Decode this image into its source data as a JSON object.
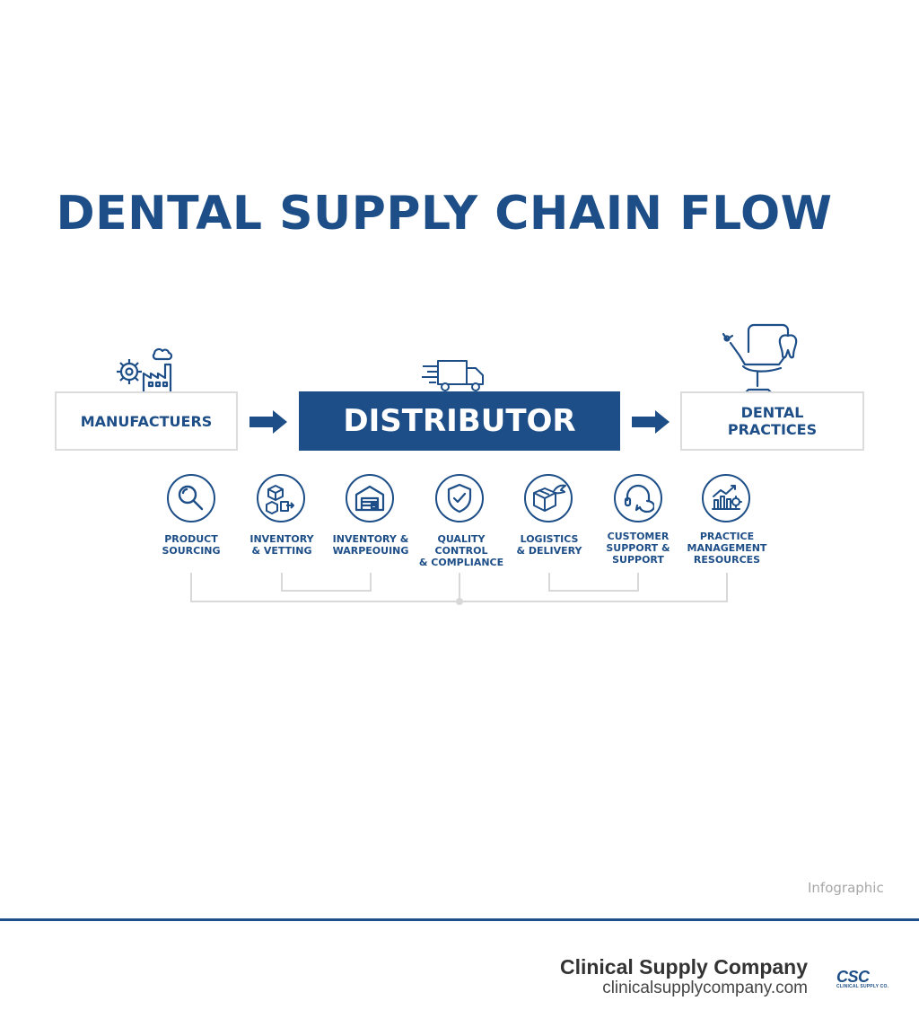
{
  "title": "DENTAL SUPPLY CHAIN FLOW",
  "flow": {
    "manufacturers": "MANUFACTUERS",
    "distributor": "DISTRIBUTOR",
    "practices_line1": "DENTAL",
    "practices_line2": "PRACTICES"
  },
  "steps": [
    {
      "line1": "PRODUCT",
      "line2": "SOURCING",
      "line3": "",
      "icon": "magnifier-icon"
    },
    {
      "line1": "INVENTORY",
      "line2": "& VETTING",
      "line3": "",
      "icon": "boxes-icon"
    },
    {
      "line1": "INVENTORY &",
      "line2": "WARPEOUING",
      "line3": "",
      "icon": "warehouse-icon"
    },
    {
      "line1": "QUALITY CONTROL",
      "line2": "& COMPLIANCE",
      "line3": "",
      "icon": "shield-check-icon"
    },
    {
      "line1": "LOGISTICS",
      "line2": "& DELIVERY",
      "line3": "",
      "icon": "winged-box-icon"
    },
    {
      "line1": "CUSTOMER",
      "line2": "SUPPORT &",
      "line3": "SUPPORT",
      "icon": "headset-icon"
    },
    {
      "line1": "PRACTICE",
      "line2": "MANAGEMENT",
      "line3": "RESOURCES",
      "icon": "growth-chart-icon"
    }
  ],
  "tag": "Infographic",
  "footer": {
    "company": "Clinical Supply Company",
    "url": "clinicalsupplycompany.com",
    "logo_mark": "CSC",
    "logo_sub": "CLINICAL SUPPLY CO."
  },
  "colors": {
    "primary": "#1d4e87",
    "border": "#dcdcdc",
    "connector": "#d8d8d8"
  }
}
